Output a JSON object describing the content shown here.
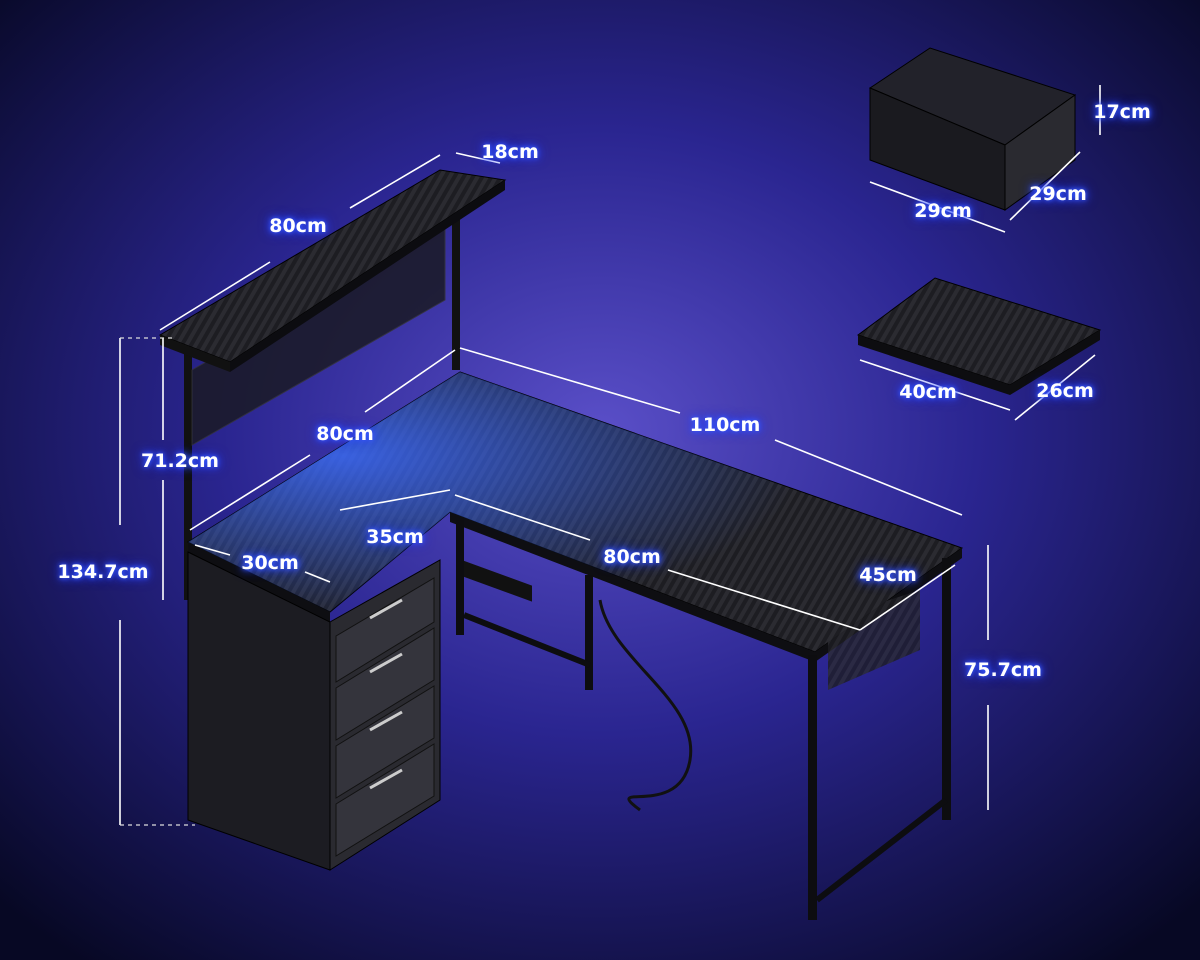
{
  "colors": {
    "background": "#0a0c2a",
    "glow": "#3a5cff",
    "surface": "#2a2a30",
    "frame": "#111114"
  },
  "dimensions": {
    "shelf_depth": "18cm",
    "shelf_width": "80cm",
    "hutch_height": "71.2cm",
    "total_height": "134.7cm",
    "left_depth": "80cm",
    "desk_width": "110cm",
    "inner_depth": "35cm",
    "cabinet_width": "30cm",
    "inner_width": "80cm",
    "desk_depth": "45cm",
    "desk_height": "75.7cm",
    "drawer_height": "17cm",
    "drawer_width": "29cm",
    "drawer_depth": "29cm",
    "stand_width": "40cm",
    "stand_depth": "26cm"
  }
}
